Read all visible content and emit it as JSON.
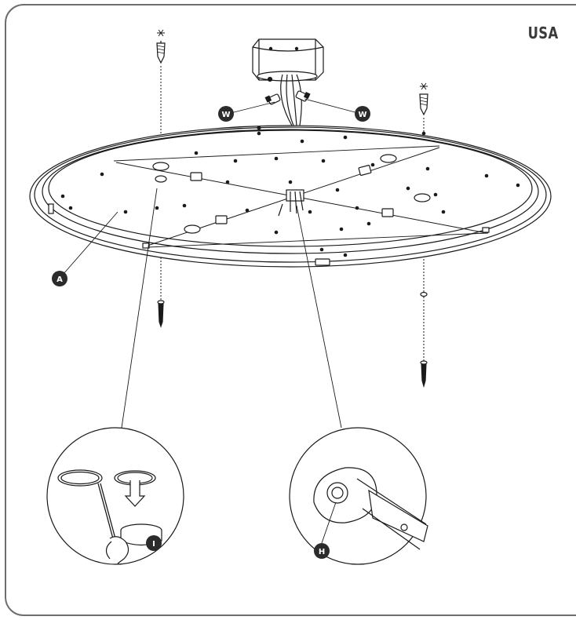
{
  "region_label": "USA",
  "callouts": {
    "w_left": "W",
    "w_right": "W",
    "a": "A",
    "i": "I",
    "h": "H"
  },
  "colors": {
    "line": "#1a1a1a",
    "callout_fill": "#2b2b2b",
    "frame": "#6e6e6e"
  }
}
